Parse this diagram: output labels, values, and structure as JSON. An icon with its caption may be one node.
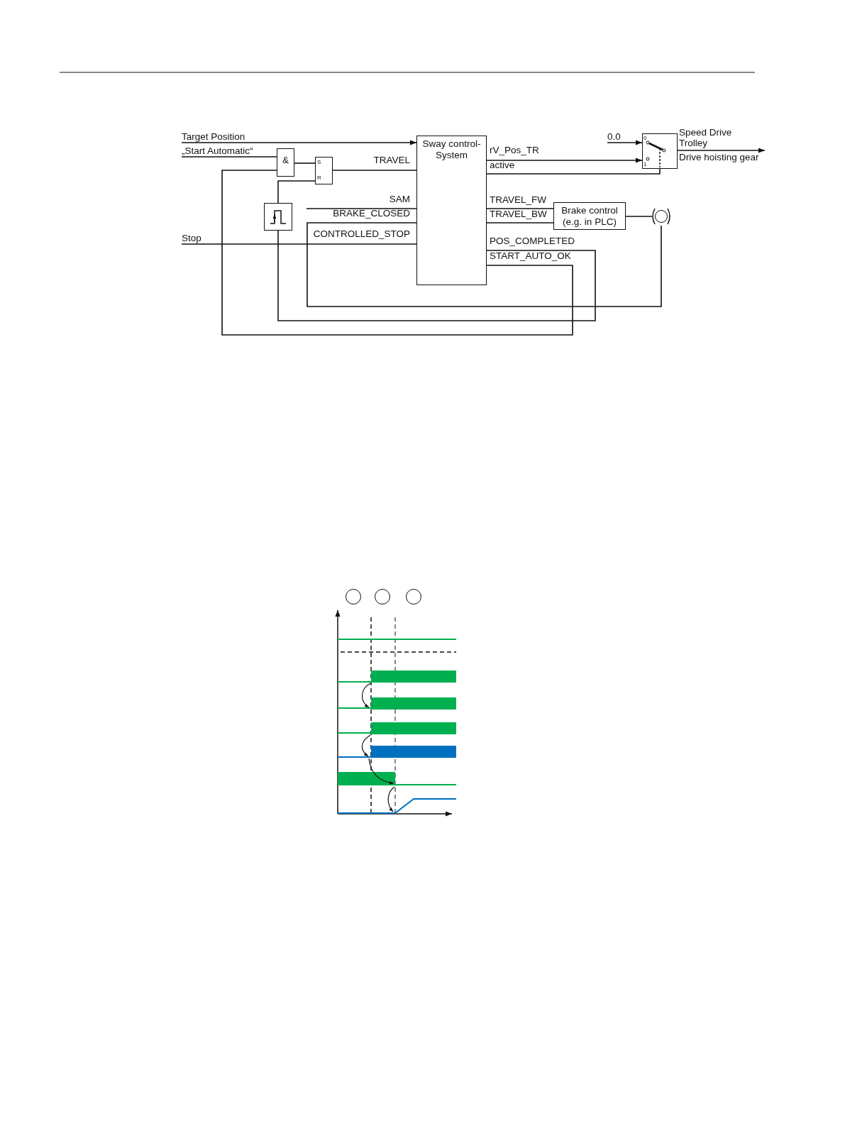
{
  "diagram": {
    "nodes": [
      {
        "text": [
          "Target Position"
        ]
      },
      {
        "text": [
          "„Start Automatic“"
        ]
      },
      {
        "text": [
          "Stop"
        ]
      },
      {
        "text": [
          "&"
        ]
      },
      {
        "text": [
          "S",
          "R"
        ]
      },
      {
        "text": [],
        "shape": "box"
      },
      {
        "text": [
          "Sway control-System"
        ]
      },
      {
        "text": [
          "0.0"
        ]
      },
      {
        "text": [
          "0",
          "1"
        ]
      },
      {
        "text": [
          "Speed Drive Trolley",
          "Drive hoisting gear"
        ]
      },
      {
        "text": [
          "Brake control (e.g. in PLC)"
        ]
      },
      {
        "text": [],
        "shape": "circle"
      },
      {
        "text": [],
        "shape": "circle"
      },
      {
        "text": [],
        "shape": "circle"
      },
      {
        "text": [],
        "shape": "circle"
      }
    ],
    "edges": [
      {
        "from": 0,
        "to": 6,
        "arrow": "to"
      },
      {
        "from": 1,
        "to": 3,
        "arrow": "none"
      },
      {
        "from": 3,
        "to": 4,
        "arrow": "none"
      },
      {
        "from": 4,
        "to": 6,
        "arrow": "none",
        "label": "TRAVEL"
      },
      {
        "from": null,
        "to": 6,
        "arrow": "none",
        "label": "SAM"
      },
      {
        "from": 11,
        "to": 6,
        "arrow": "none",
        "label": "BRAKE_CLOSED"
      },
      {
        "from": 2,
        "to": 6,
        "arrow": "none",
        "label": "CONTROLLED_STOP"
      },
      {
        "from": 6,
        "to": 8,
        "arrow": "to",
        "label": "rV_Pos_TR"
      },
      {
        "from": 6,
        "to": 8,
        "arrow": "none",
        "label": "active"
      },
      {
        "from": 7,
        "to": 8,
        "arrow": "to"
      },
      {
        "from": 8,
        "to": 9,
        "arrow": "to"
      },
      {
        "from": 6,
        "to": 10,
        "arrow": "none",
        "label": "TRAVEL_FW"
      },
      {
        "from": 6,
        "to": 10,
        "arrow": "none",
        "label": "TRAVEL_BW"
      },
      {
        "from": 10,
        "to": 11,
        "arrow": "none"
      },
      {
        "from": 6,
        "to": 5,
        "arrow": "none",
        "label": "POS_COMPLETED"
      },
      {
        "from": 5,
        "to": 4,
        "arrow": "none"
      },
      {
        "from": 6,
        "to": 3,
        "arrow": "none",
        "label": "START_AUTO_OK"
      }
    ]
  }
}
